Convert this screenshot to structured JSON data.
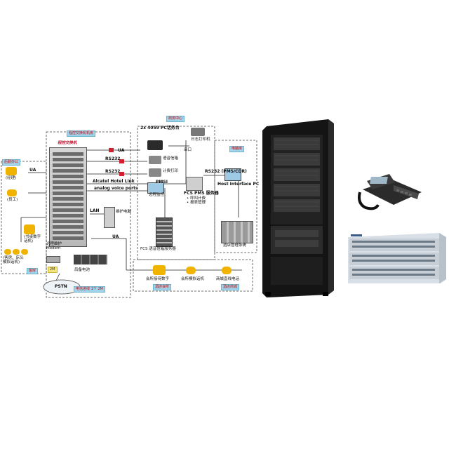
{
  "diagram": {
    "sections": {
      "machine_room": "程控交换机机房",
      "business_center": "商务中心",
      "computer_room": "电脑房",
      "backoffice": "后勤办公",
      "guest_room": "客房",
      "trunk_line": "电信进线 1个 2M",
      "hotel_meeting": "酒店会所",
      "hotel_mall": "酒店商城"
    },
    "labels": {
      "pabx_red": "程控交换机",
      "ua_1": "UA",
      "rs232_1": "RS232",
      "rs232_2": "RS232",
      "hotel_link": "Alcatel Hotel Link",
      "analog_ports": "analog voice ports",
      "lan": "LAN",
      "maintenance_pc": "维护电脑",
      "remote_modem": "远程维护\nModem",
      "two_m": "2M",
      "backup_battery": "后备电池",
      "pstn": "PSTN",
      "ua_bottom": "UA",
      "operator_console": "2x 4059 PC话务台",
      "voicemail": "语音信箱",
      "billing_print": "计费打印",
      "log_printer": "日志打印机",
      "serial_port": "串口",
      "pmsi": "PMSI",
      "remote_monitor": "远程监控",
      "rs232_pms": "RS232 (PMS/CDR)",
      "fcs_pms": "FCS PMS 服务器",
      "fcs_bullets": "• 呼叫计费\n• 报表管理",
      "host_interface": "Host Interface PC",
      "hotel_mgmt": "酒店管理系统",
      "fcs_voicebox": "FCS 语音信箱服务器",
      "manager_ua": "(经理)",
      "ua_left": "UA",
      "staff": "(员工)",
      "guest_phones": "(客房、床头\n模拟话机)",
      "bedside_phone": "(书桌数字\n话机)",
      "meeting_digital": "会所接待数字",
      "meeting_analog": "会所模拟话机",
      "mall_phone": "商城直线电话"
    }
  },
  "photos": {
    "rack_label": "",
    "console_label": "",
    "shelf_label": ""
  },
  "colors": {
    "section_tag_bg": "#9fd4ea",
    "section_tag_text": "#c8102e",
    "phone_yellow": "#f0b400",
    "rack_black": "#141414"
  }
}
